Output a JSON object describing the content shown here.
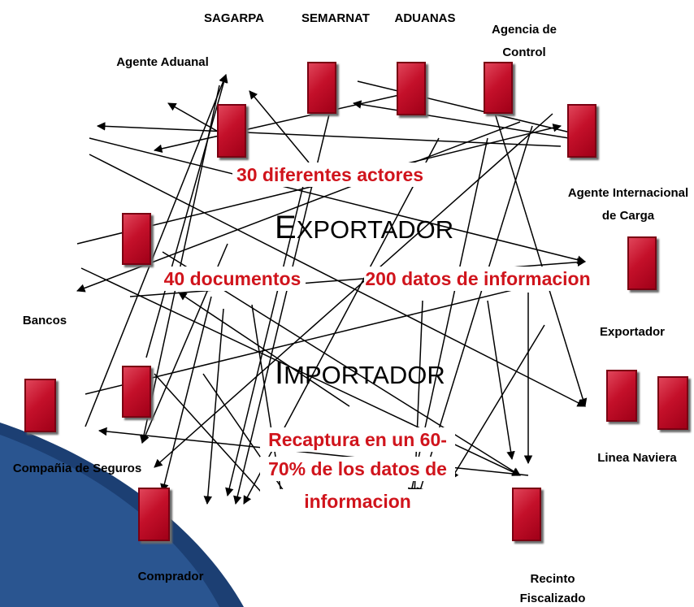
{
  "actors": {
    "sagarpa": "SAGARPA",
    "semarnat": "SEMARNAT",
    "aduanas": "ADUANAS",
    "agencia_control": [
      "Agencia de",
      "Control"
    ],
    "agente_aduanal": "Agente Aduanal",
    "agente_internacional": [
      "Agente Internacional",
      "de Carga"
    ],
    "bancos": "Bancos",
    "exportador": "Exportador",
    "linea_naviera": "Linea Naviera",
    "compania_seguros": "Compañia de Seguros",
    "comprador": "Comprador",
    "recinto": [
      "Recinto",
      "Fiscalizado"
    ]
  },
  "center": {
    "exportador_initial": "E",
    "exportador_rest": "XPORTADOR",
    "importador_initial": "I",
    "importador_rest": "MPORTADOR"
  },
  "highlights": {
    "actores": "30 diferentes actores",
    "documentos": "40 documentos",
    "datos": "200 datos de informacion",
    "recaptura": [
      "Recaptura en un 60-",
      "70% de los datos de",
      "informacion"
    ]
  },
  "colors": {
    "box_red": "#c4102a",
    "highlight_red": "#d0141c",
    "wave_blue": "#1c3f73"
  }
}
